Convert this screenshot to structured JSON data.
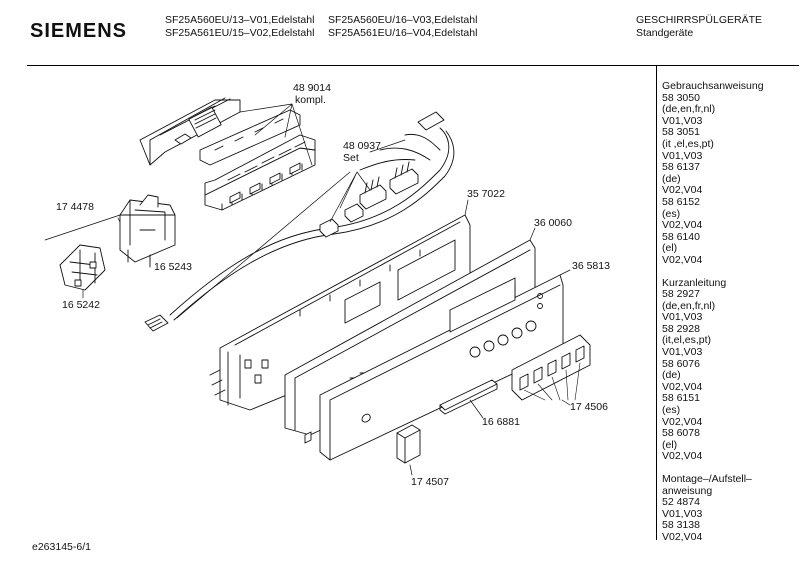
{
  "header": {
    "brand": "SIEMENS",
    "models_col1": [
      "SF25A560EU/13–V01,Edelstahl",
      "SF25A561EU/15–V02,Edelstahl"
    ],
    "models_col2": [
      "SF25A560EU/16–V03,Edelstahl",
      "SF25A561EU/16–V04,Edelstahl"
    ],
    "category": [
      "GESCHIRRSPÜLGERÄTE",
      "Standgeräte"
    ]
  },
  "sidebar": {
    "sections": [
      {
        "lines": [
          "Gebrauchsanweisung",
          "58 3050",
          "(de,en,fr,nl)",
          "V01,V03",
          "58 3051",
          "(it ,el,es,pt)",
          "V01,V03",
          "58 6137",
          "(de)",
          "V02,V04",
          "58 6152",
          "(es)",
          "V02,V04",
          "58 6140",
          "(el)",
          "V02,V04"
        ]
      },
      {
        "lines": [
          "Kurzanleitung",
          "58 2927",
          "(de,en,fr,nl)",
          "V01,V03",
          "58 2928",
          "(it,el,es,pt)",
          "V01,V03",
          "58 6076",
          "(de)",
          "V02,V04",
          "58 6151",
          "(es)",
          "V02,V04",
          "58 6078",
          "(el)",
          "V02,V04"
        ]
      },
      {
        "lines": [
          "Montage–/Aufstell–",
          "anweisung",
          "52 4874",
          "V01,V03",
          "58 3138",
          "V02,V04"
        ]
      }
    ]
  },
  "parts": {
    "p489014": "48 9014",
    "p489014_note": "kompl.",
    "p480937": "48 0937",
    "p480937_note": "Set",
    "p174478": "17 4478",
    "p165243": "16 5243",
    "p165242": "16 5242",
    "p357022": "35 7022",
    "p360060": "36 0060",
    "p365813": "36 5813",
    "p174506": "17 4506",
    "p166881": "16 6881",
    "p174507": "17 4507"
  },
  "footer": {
    "drawing_id": "e263145-6/1"
  }
}
